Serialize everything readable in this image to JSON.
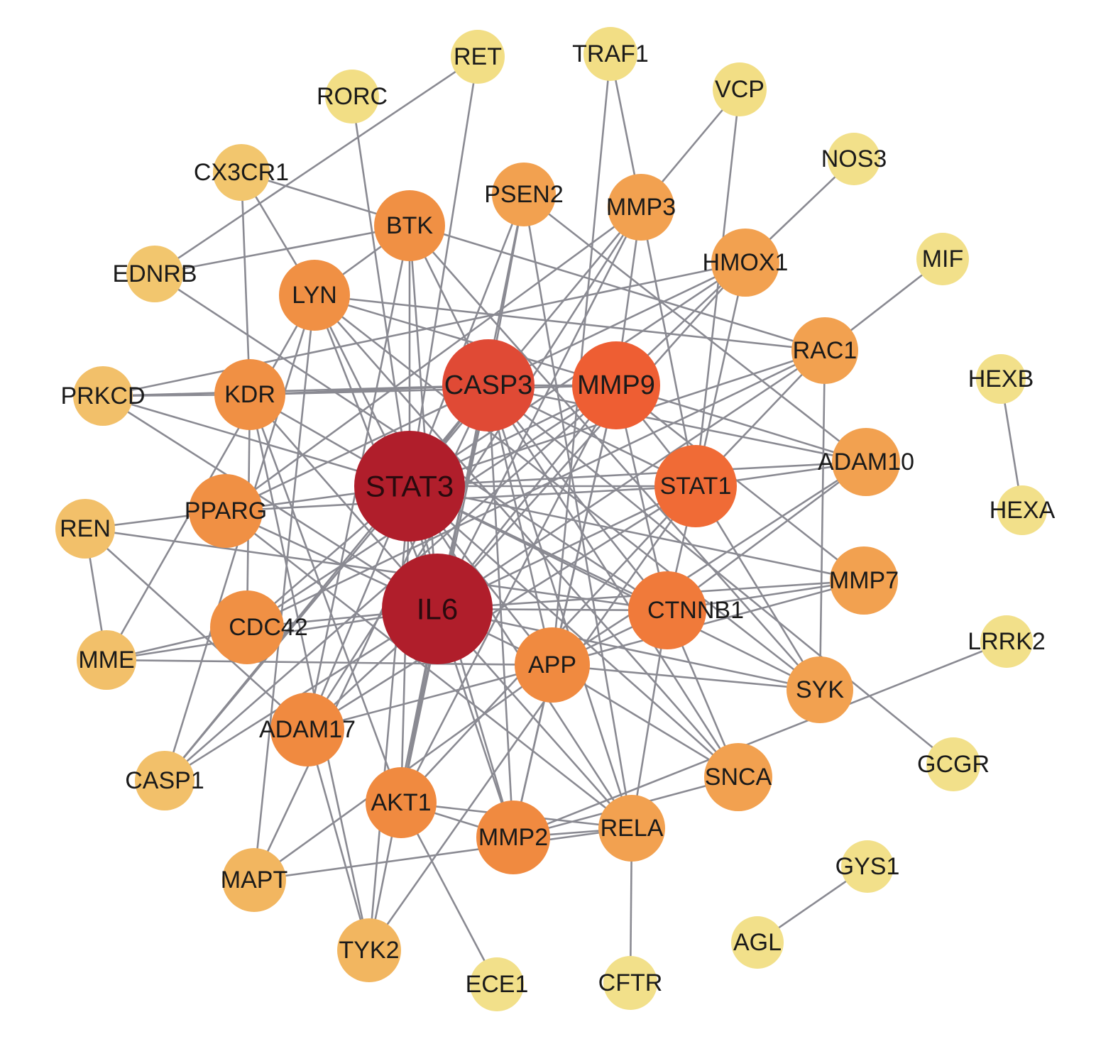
{
  "title": "Protein-protein interaction network",
  "colors": {
    "edge": "#8a8a92"
  },
  "nodes": [
    {
      "id": "RET",
      "color": "#f2de85"
    },
    {
      "id": "TRAF1",
      "color": "#f2de85"
    },
    {
      "id": "VCP",
      "color": "#f2de85"
    },
    {
      "id": "RORC",
      "color": "#f2de85"
    },
    {
      "id": "NOS3",
      "color": "#f2e08a"
    },
    {
      "id": "CX3CR1",
      "color": "#f2c66e"
    },
    {
      "id": "PSEN2",
      "color": "#f2a150"
    },
    {
      "id": "MMP3",
      "color": "#f2a150"
    },
    {
      "id": "BTK",
      "color": "#f09044"
    },
    {
      "id": "HMOX1",
      "color": "#f2a150"
    },
    {
      "id": "MIF",
      "color": "#f2e08a"
    },
    {
      "id": "EDNRB",
      "color": "#f2c66e"
    },
    {
      "id": "LYN",
      "color": "#f09044"
    },
    {
      "id": "RAC1",
      "color": "#f2a150"
    },
    {
      "id": "HEXB",
      "color": "#f2e08a"
    },
    {
      "id": "PRKCD",
      "color": "#f2c06a"
    },
    {
      "id": "KDR",
      "color": "#f09044"
    },
    {
      "id": "CASP3",
      "color": "#e04a35"
    },
    {
      "id": "MMP9",
      "color": "#ee5e33"
    },
    {
      "id": "ADAM10",
      "color": "#f2a150"
    },
    {
      "id": "STAT3",
      "color": "#b01e2b"
    },
    {
      "id": "STAT1",
      "color": "#f06b36"
    },
    {
      "id": "HEXA",
      "color": "#f2e08a"
    },
    {
      "id": "PPARG",
      "color": "#f09044"
    },
    {
      "id": "REN",
      "color": "#f2c06a"
    },
    {
      "id": "MMP7",
      "color": "#f2a150"
    },
    {
      "id": "IL6",
      "color": "#b01e2b"
    },
    {
      "id": "CTNNB1",
      "color": "#f07a3a"
    },
    {
      "id": "CDC42",
      "color": "#f09044"
    },
    {
      "id": "MME",
      "color": "#f2c06a"
    },
    {
      "id": "LRRK2",
      "color": "#f2e08a"
    },
    {
      "id": "APP",
      "color": "#f08a40"
    },
    {
      "id": "SYK",
      "color": "#f2a150"
    },
    {
      "id": "ADAM17",
      "color": "#f08a40"
    },
    {
      "id": "GCGR",
      "color": "#f2e08a"
    },
    {
      "id": "CASP1",
      "color": "#f2c06a"
    },
    {
      "id": "SNCA",
      "color": "#f2a150"
    },
    {
      "id": "AKT1",
      "color": "#f08a40"
    },
    {
      "id": "RELA",
      "color": "#f2a150"
    },
    {
      "id": "MMP2",
      "color": "#f08a40"
    },
    {
      "id": "GYS1",
      "color": "#f2e08a"
    },
    {
      "id": "MAPT",
      "color": "#f2b660"
    },
    {
      "id": "AGL",
      "color": "#f2e08a"
    },
    {
      "id": "TYK2",
      "color": "#f2b660"
    },
    {
      "id": "ECE1",
      "color": "#f2e08a"
    },
    {
      "id": "CFTR",
      "color": "#f2e08a"
    }
  ],
  "edges": [
    [
      "HEXB",
      "HEXA"
    ],
    [
      "GYS1",
      "AGL"
    ],
    [
      "MIF",
      "RAC1"
    ],
    [
      "NOS3",
      "HMOX1"
    ],
    [
      "VCP",
      "MMP3"
    ],
    [
      "VCP",
      "STAT1"
    ],
    [
      "TRAF1",
      "MMP3"
    ],
    [
      "TRAF1",
      "APP"
    ],
    [
      "RET",
      "EDNRB"
    ],
    [
      "RET",
      "STAT3"
    ],
    [
      "RORC",
      "STAT3"
    ],
    [
      "CX3CR1",
      "LYN"
    ],
    [
      "CX3CR1",
      "KDR"
    ],
    [
      "CX3CR1",
      "RAC1"
    ],
    [
      "EDNRB",
      "BTK"
    ],
    [
      "EDNRB",
      "CTNNB1"
    ],
    [
      "PRKCD",
      "KDR"
    ],
    [
      "PRKCD",
      "HMOX1"
    ],
    [
      "PRKCD",
      "STAT3"
    ],
    [
      "PRKCD",
      "IL6"
    ],
    [
      "PRKCD",
      "CASP3"
    ],
    [
      "LRRK2",
      "MMP2"
    ],
    [
      "GCGR",
      "CASP3"
    ],
    [
      "CFTR",
      "RELA"
    ],
    [
      "ECE1",
      "AKT1"
    ],
    [
      "REN",
      "MME"
    ],
    [
      "REN",
      "PPARG"
    ],
    [
      "REN",
      "ADAM17"
    ],
    [
      "REN",
      "CTNNB1"
    ],
    [
      "MME",
      "IL6"
    ],
    [
      "MME",
      "CDC42"
    ],
    [
      "MME",
      "LYN"
    ],
    [
      "MME",
      "APP"
    ],
    [
      "CASP1",
      "CASP3"
    ],
    [
      "CASP1",
      "STAT3"
    ],
    [
      "CASP1",
      "IL6"
    ],
    [
      "CASP1",
      "MMP9"
    ],
    [
      "CASP1",
      "LYN"
    ],
    [
      "MAPT",
      "CASP3"
    ],
    [
      "MAPT",
      "LYN"
    ],
    [
      "MAPT",
      "RELA"
    ],
    [
      "MAPT",
      "APP"
    ],
    [
      "TYK2",
      "STAT3"
    ],
    [
      "TYK2",
      "IL6"
    ],
    [
      "TYK2",
      "STAT1"
    ],
    [
      "TYK2",
      "KDR"
    ],
    [
      "TYK2",
      "ADAM17"
    ],
    [
      "STAT3",
      "IL6"
    ],
    [
      "STAT3",
      "CASP3"
    ],
    [
      "STAT3",
      "MMP9"
    ],
    [
      "STAT3",
      "STAT1"
    ],
    [
      "STAT3",
      "BTK"
    ],
    [
      "STAT3",
      "LYN"
    ],
    [
      "STAT3",
      "KDR"
    ],
    [
      "STAT3",
      "PPARG"
    ],
    [
      "STAT3",
      "CDC42"
    ],
    [
      "STAT3",
      "ADAM17"
    ],
    [
      "STAT3",
      "AKT1"
    ],
    [
      "STAT3",
      "MMP2"
    ],
    [
      "STAT3",
      "APP"
    ],
    [
      "STAT3",
      "CTNNB1"
    ],
    [
      "STAT3",
      "RELA"
    ],
    [
      "STAT3",
      "SNCA"
    ],
    [
      "STAT3",
      "SYK"
    ],
    [
      "STAT3",
      "RAC1"
    ],
    [
      "STAT3",
      "HMOX1"
    ],
    [
      "STAT3",
      "MMP3"
    ],
    [
      "STAT3",
      "PSEN2"
    ],
    [
      "STAT3",
      "ADAM10"
    ],
    [
      "STAT3",
      "MMP7"
    ],
    [
      "IL6",
      "CASP3"
    ],
    [
      "IL6",
      "MMP9"
    ],
    [
      "IL6",
      "STAT1"
    ],
    [
      "IL6",
      "BTK"
    ],
    [
      "IL6",
      "LYN"
    ],
    [
      "IL6",
      "KDR"
    ],
    [
      "IL6",
      "PPARG"
    ],
    [
      "IL6",
      "CDC42"
    ],
    [
      "IL6",
      "ADAM17"
    ],
    [
      "IL6",
      "AKT1"
    ],
    [
      "IL6",
      "MMP2"
    ],
    [
      "IL6",
      "APP"
    ],
    [
      "IL6",
      "CTNNB1"
    ],
    [
      "IL6",
      "RELA"
    ],
    [
      "IL6",
      "HMOX1"
    ],
    [
      "IL6",
      "MMP3"
    ],
    [
      "IL6",
      "RAC1"
    ],
    [
      "IL6",
      "MMP7"
    ],
    [
      "IL6",
      "SYK"
    ],
    [
      "CASP3",
      "MMP9"
    ],
    [
      "CASP3",
      "STAT1"
    ],
    [
      "CASP3",
      "KDR"
    ],
    [
      "CASP3",
      "PSEN2"
    ],
    [
      "CASP3",
      "BTK"
    ],
    [
      "CASP3",
      "APP"
    ],
    [
      "CASP3",
      "CTNNB1"
    ],
    [
      "CASP3",
      "AKT1"
    ],
    [
      "CASP3",
      "MMP2"
    ],
    [
      "CASP3",
      "SNCA"
    ],
    [
      "CASP3",
      "HMOX1"
    ],
    [
      "CASP3",
      "ADAM10"
    ],
    [
      "CASP3",
      "RELA"
    ],
    [
      "CASP3",
      "PPARG"
    ],
    [
      "MMP9",
      "STAT1"
    ],
    [
      "MMP9",
      "MMP3"
    ],
    [
      "MMP9",
      "MMP2"
    ],
    [
      "MMP9",
      "APP"
    ],
    [
      "MMP9",
      "KDR"
    ],
    [
      "MMP9",
      "CTNNB1"
    ],
    [
      "MMP9",
      "AKT1"
    ],
    [
      "MMP9",
      "ADAM10"
    ],
    [
      "MMP9",
      "MMP7"
    ],
    [
      "MMP9",
      "LYN"
    ],
    [
      "MMP9",
      "HMOX1"
    ],
    [
      "MMP9",
      "CDC42"
    ],
    [
      "STAT1",
      "CTNNB1"
    ],
    [
      "STAT1",
      "RAC1"
    ],
    [
      "STAT1",
      "ADAM10"
    ],
    [
      "STAT1",
      "SYK"
    ],
    [
      "STAT1",
      "HMOX1"
    ],
    [
      "STAT1",
      "MMP3"
    ],
    [
      "STAT1",
      "AKT1"
    ],
    [
      "STAT1",
      "ADAM17"
    ],
    [
      "STAT1",
      "PPARG"
    ],
    [
      "CTNNB1",
      "MMP7"
    ],
    [
      "CTNNB1",
      "ADAM10"
    ],
    [
      "CTNNB1",
      "APP"
    ],
    [
      "CTNNB1",
      "RELA"
    ],
    [
      "CTNNB1",
      "SNCA"
    ],
    [
      "APP",
      "SNCA"
    ],
    [
      "APP",
      "SYK"
    ],
    [
      "APP",
      "MMP2"
    ],
    [
      "APP",
      "ADAM17"
    ],
    [
      "APP",
      "ADAM10"
    ],
    [
      "APP",
      "MMP7"
    ],
    [
      "SYK",
      "RAC1"
    ],
    [
      "SYK",
      "BTK"
    ],
    [
      "SYK",
      "LYN"
    ],
    [
      "RAC1",
      "LYN"
    ],
    [
      "RAC1",
      "CDC42"
    ],
    [
      "SNCA",
      "LYN"
    ],
    [
      "ADAM10",
      "PSEN2"
    ],
    [
      "PSEN2",
      "AKT1"
    ],
    [
      "PSEN2",
      "RELA"
    ],
    [
      "BTK",
      "LYN"
    ],
    [
      "BTK",
      "ADAM17"
    ],
    [
      "KDR",
      "AKT1"
    ],
    [
      "KDR",
      "CDC42"
    ],
    [
      "PPARG",
      "RELA"
    ],
    [
      "PPARG",
      "MMP3"
    ],
    [
      "AKT1",
      "RELA"
    ],
    [
      "MMP2",
      "RELA"
    ],
    [
      "ADAM17",
      "MMP3"
    ],
    [
      "MMP2",
      "SNCA"
    ],
    [
      "AKT1",
      "MMP2"
    ]
  ]
}
